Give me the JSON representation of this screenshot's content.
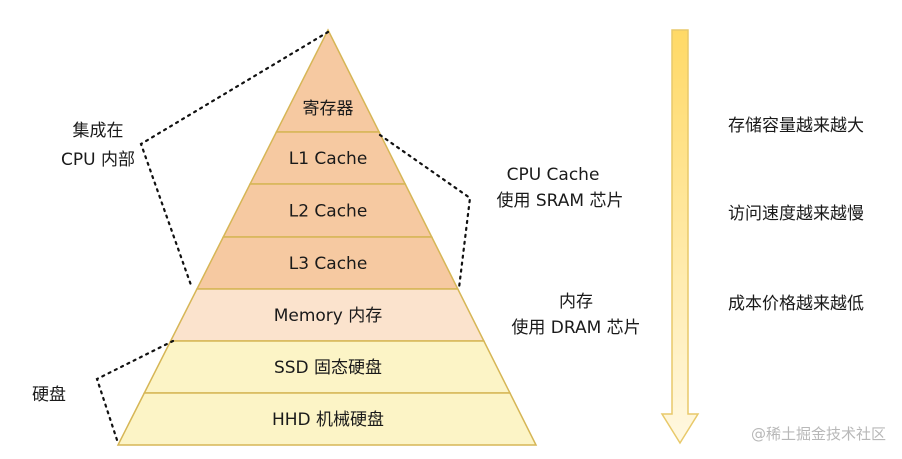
{
  "pyramid": {
    "levels": [
      {
        "label": "寄存器",
        "fill": "#f6c9a1"
      },
      {
        "label": "L1 Cache",
        "fill": "#f6c9a1"
      },
      {
        "label": "L2 Cache",
        "fill": "#f6c9a1"
      },
      {
        "label": "L3 Cache",
        "fill": "#f6c9a1"
      },
      {
        "label": "Memory 内存",
        "fill": "#fbe3cd"
      },
      {
        "label": "SSD 固态硬盘",
        "fill": "#fcf4c6"
      },
      {
        "label": "HHD 机械硬盘",
        "fill": "#fcf4c6"
      }
    ],
    "stroke": "#d6b656"
  },
  "annotations": {
    "cpu_internal": [
      "集成在",
      "CPU 内部"
    ],
    "cpu_cache": [
      "CPU Cache",
      "使用 SRAM 芯片"
    ],
    "memory": [
      "内存",
      "使用 DRAM 芯片"
    ],
    "disk": [
      "硬盘"
    ]
  },
  "trends": [
    "存储容量越来越大",
    "访问速度越来越慢",
    "成本价格越来越低"
  ],
  "arrow": {
    "top_color": "#ffd966",
    "bottom_color": "#fff8e1",
    "stroke": "#e8c96a"
  },
  "watermark": "@稀土掘金技术社区"
}
